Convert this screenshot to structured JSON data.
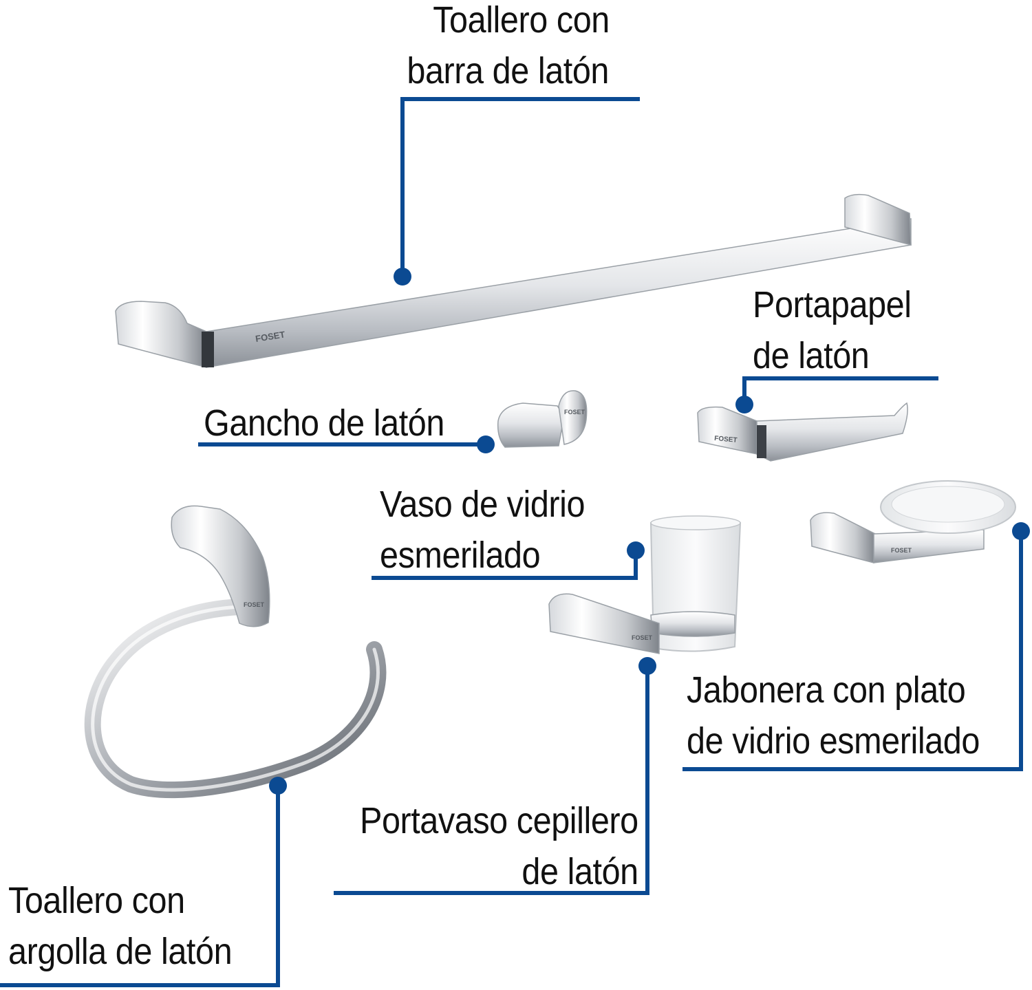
{
  "colors": {
    "leader": "#0b4a92",
    "text": "#111111",
    "chrome_light": "#f2f3f5",
    "chrome_mid": "#c9ccd1",
    "chrome_dark": "#6b7077",
    "frosted_glass": "#eef0f1"
  },
  "brand": {
    "logo_text": "FOSET"
  },
  "labels": {
    "towel_bar": {
      "line1": "Toallero con",
      "line2": "barra de latón"
    },
    "paper_holder": {
      "line1": "Portapapel",
      "line2": "de latón"
    },
    "hook": {
      "line1": "Gancho de latón"
    },
    "glass": {
      "line1": "Vaso de vidrio",
      "line2": "esmerilado"
    },
    "soap_dish": {
      "line1": "Jabonera con plato",
      "line2": "de vidrio esmerilado"
    },
    "tumbler_holder": {
      "line1": "Portavaso cepillero",
      "line2": "de latón"
    },
    "towel_ring": {
      "line1": "Toallero con",
      "line2": "argolla de latón"
    }
  }
}
